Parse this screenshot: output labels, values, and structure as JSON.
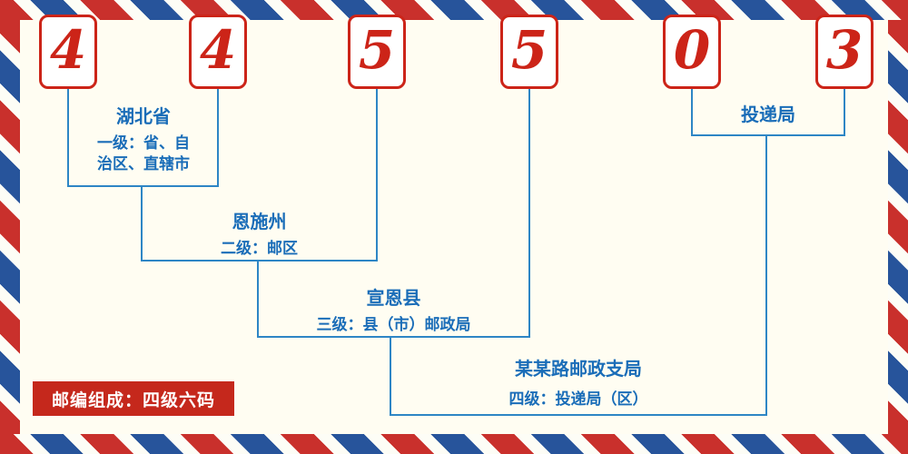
{
  "digits": [
    "4",
    "4",
    "5",
    "5",
    "0",
    "3"
  ],
  "level1": {
    "name": "湖北省",
    "desc1": "一级：省、自",
    "desc2": "治区、直辖市"
  },
  "level2": {
    "name": "恩施州",
    "desc": "二级：邮区"
  },
  "level3": {
    "name": "宣恩县",
    "desc": "三级：县（市）邮政局"
  },
  "level4": {
    "name": "某某路邮政支局",
    "desc": "四级：投递局（区）"
  },
  "delivery": {
    "name": "投递局"
  },
  "footer": {
    "label": "邮编组成：四级六码"
  },
  "colors": {
    "digit_red": "#cc2418",
    "badge_red": "#c5281c",
    "line_blue": "#2e86c5",
    "label_blue": "#1a6db8",
    "stripe_red": "#c9302c",
    "stripe_blue": "#27549b",
    "background": "#fffdf2"
  }
}
